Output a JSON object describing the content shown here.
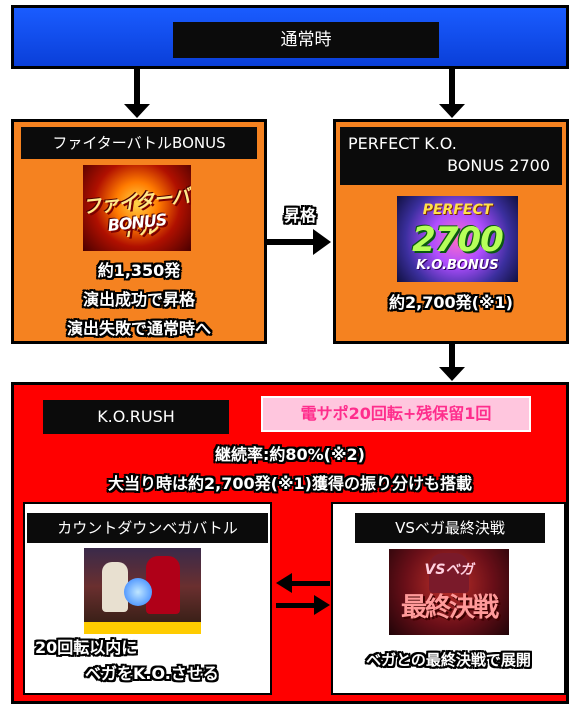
{
  "top": {
    "label": "通常時"
  },
  "fighter_bonus": {
    "title": "ファイターバトルBONUS",
    "image_text_top": "ファイターバトル",
    "image_text_bottom": "BONUS",
    "lines": [
      "約1,350発",
      "演出成功で昇格",
      "演出失敗で通常時へ"
    ]
  },
  "promote": {
    "label": "昇格"
  },
  "perfect_bonus": {
    "title_line1": "PERFECT K.O.",
    "title_line2": "BONUS 2700",
    "image_text_top": "PERFECT",
    "image_text_mid": "2700",
    "image_text_bottom": "K.O.BONUS",
    "lines": [
      "約2,700発(※1)"
    ]
  },
  "rush": {
    "title": "K.O.RUSH",
    "densapo": "電サポ20回転+残保留1回",
    "continuation": "継続率:約80%(※2)",
    "big_hit": "大当り時は約2,700発(※1)獲得の振り分けも搭載"
  },
  "countdown": {
    "title": "カウントダウンベガバトル",
    "lines": [
      "20回転以内に",
      "ベガをK.O.させる"
    ]
  },
  "vs": {
    "title": "VSベガ最終決戦",
    "image_text_top": "VSベガ",
    "image_text_bottom": "最終決戦",
    "lines": [
      "ベガとの最終決戦で展開"
    ]
  },
  "colors": {
    "banner_blue": "#1a5cff",
    "box_orange": "#f58220",
    "rush_red": "#ff0000",
    "densapo_pink": "#ffc6de",
    "densapo_text": "#ff2d8c"
  }
}
